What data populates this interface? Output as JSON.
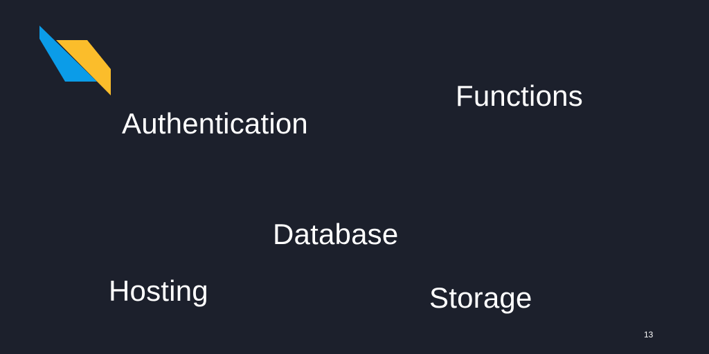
{
  "slide": {
    "words": {
      "authentication": "Authentication",
      "functions": "Functions",
      "database": "Database",
      "hosting": "Hosting",
      "storage": "Storage"
    },
    "page_number": "13"
  },
  "logo": {
    "icon": "stripes-logo-icon",
    "colors": {
      "blue": "#0b9ce8",
      "yellow": "#fbbd2b"
    }
  },
  "colors": {
    "background": "#1c202c",
    "text": "#ffffff"
  }
}
